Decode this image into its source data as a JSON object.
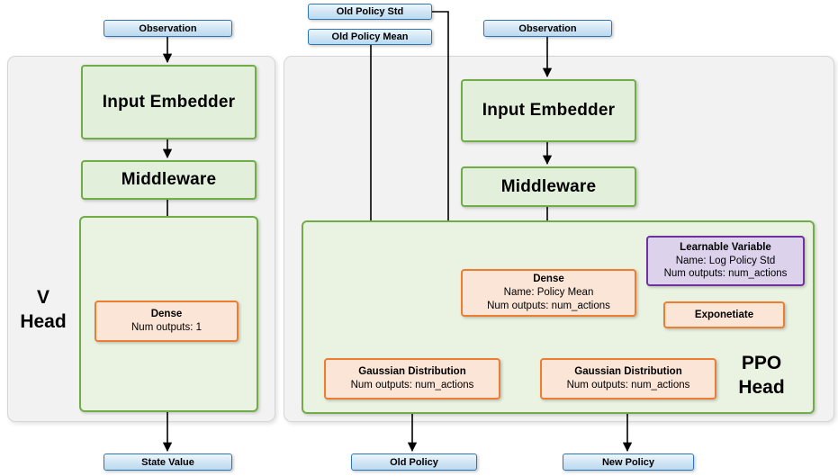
{
  "v_head": {
    "label_line1": "V",
    "label_line2": "Head",
    "observation": "Observation",
    "input_embedder": "Input Embedder",
    "middleware": "Middleware",
    "dense_title": "Dense",
    "dense_detail": "Num outputs: 1",
    "state_value": "State Value"
  },
  "ppo_head": {
    "label_line1": "PPO",
    "label_line2": "Head",
    "old_policy_std": "Old Policy Std",
    "old_policy_mean": "Old Policy Mean",
    "observation": "Observation",
    "input_embedder": "Input Embedder",
    "middleware": "Middleware",
    "dense_title": "Dense",
    "dense_name": "Name: Policy Mean",
    "dense_outputs": "Num outputs: num_actions",
    "learnable_title": "Learnable Variable",
    "learnable_name": "Name: Log Policy Std",
    "learnable_outputs": "Num outputs: num_actions",
    "exponetiate": "Exponetiate",
    "gaussian_old_title": "Gaussian Distribution",
    "gaussian_old_outputs": "Num outputs: num_actions",
    "gaussian_new_title": "Gaussian Distribution",
    "gaussian_new_outputs": "Num outputs: num_actions",
    "old_policy": "Old Policy",
    "new_policy": "New Policy"
  },
  "colors": {
    "blue_border": "#2e75b6",
    "blue_fill": "#cfe4f4",
    "green_border": "#70ad47",
    "green_fill": "#e2efda",
    "green_container_fill": "#eaf3e2",
    "orange_border": "#ed7d31",
    "orange_fill": "#fbe5d6",
    "purple_border": "#7030a0",
    "purple_fill": "#dcd2ec",
    "panel_fill": "#f2f2f2",
    "arrow": "#000000"
  }
}
